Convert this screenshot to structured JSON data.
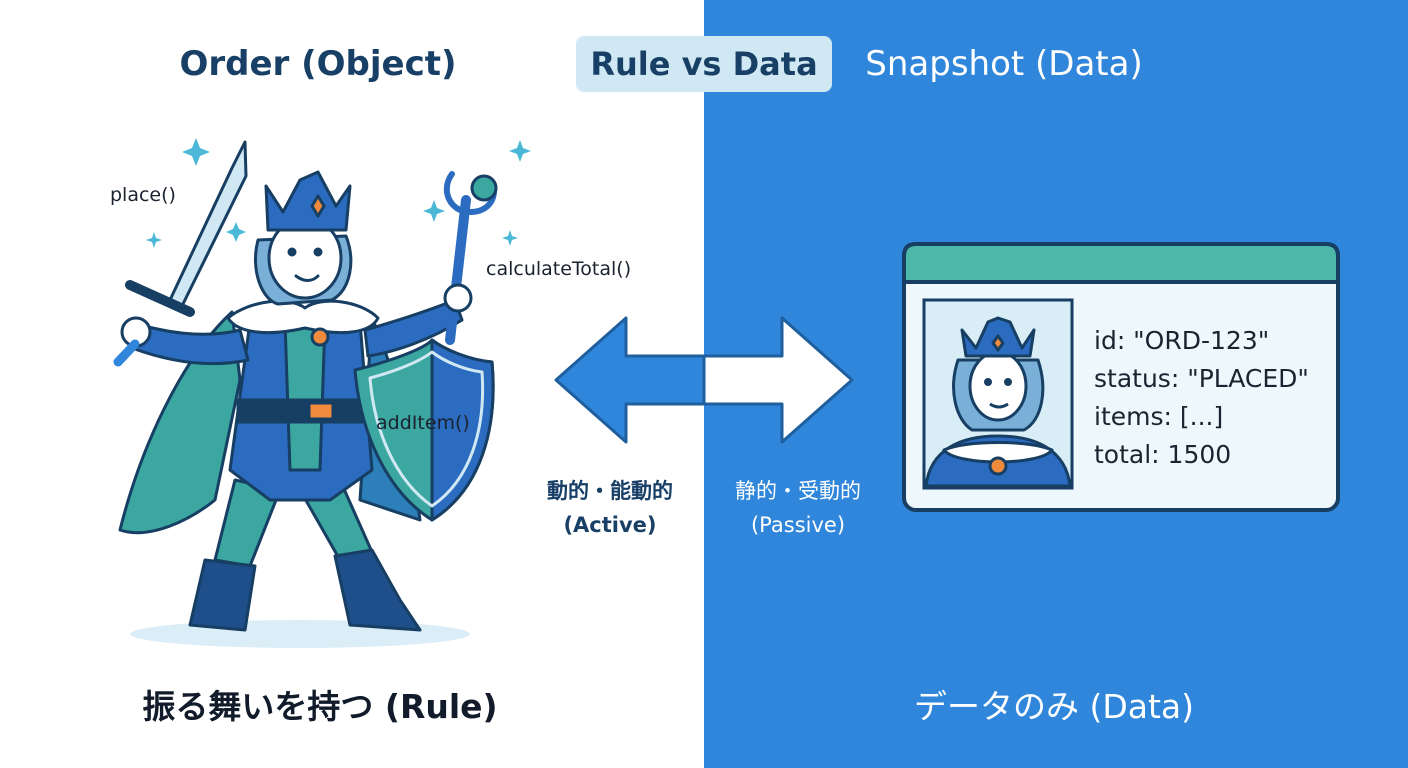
{
  "header": {
    "left_title": "Order (Object)",
    "center_badge": "Rule vs Data",
    "right_title": "Snapshot (Data)"
  },
  "methods": {
    "place": "place()",
    "calculate_total": "calculateTotal()",
    "add_item": "addItem()"
  },
  "arrow_labels": {
    "active_jp": "動的・能動的",
    "active_en": "(Active)",
    "passive_jp": "静的・受動的",
    "passive_en": "(Passive)"
  },
  "snapshot_card": {
    "fields": [
      "id: \"ORD-123\"",
      "status: \"PLACED\"",
      "items: [...]",
      "total:  1500"
    ]
  },
  "footer": {
    "left_caption": "振る舞いを持つ (Rule)",
    "right_caption": "データのみ (Data)"
  },
  "colors": {
    "right_panel": "#2f86da",
    "badge": "#cfe8f3",
    "title_dark": "#183f66",
    "card_header": "#4bb8a9",
    "arrow_blue": "#2f86da"
  }
}
